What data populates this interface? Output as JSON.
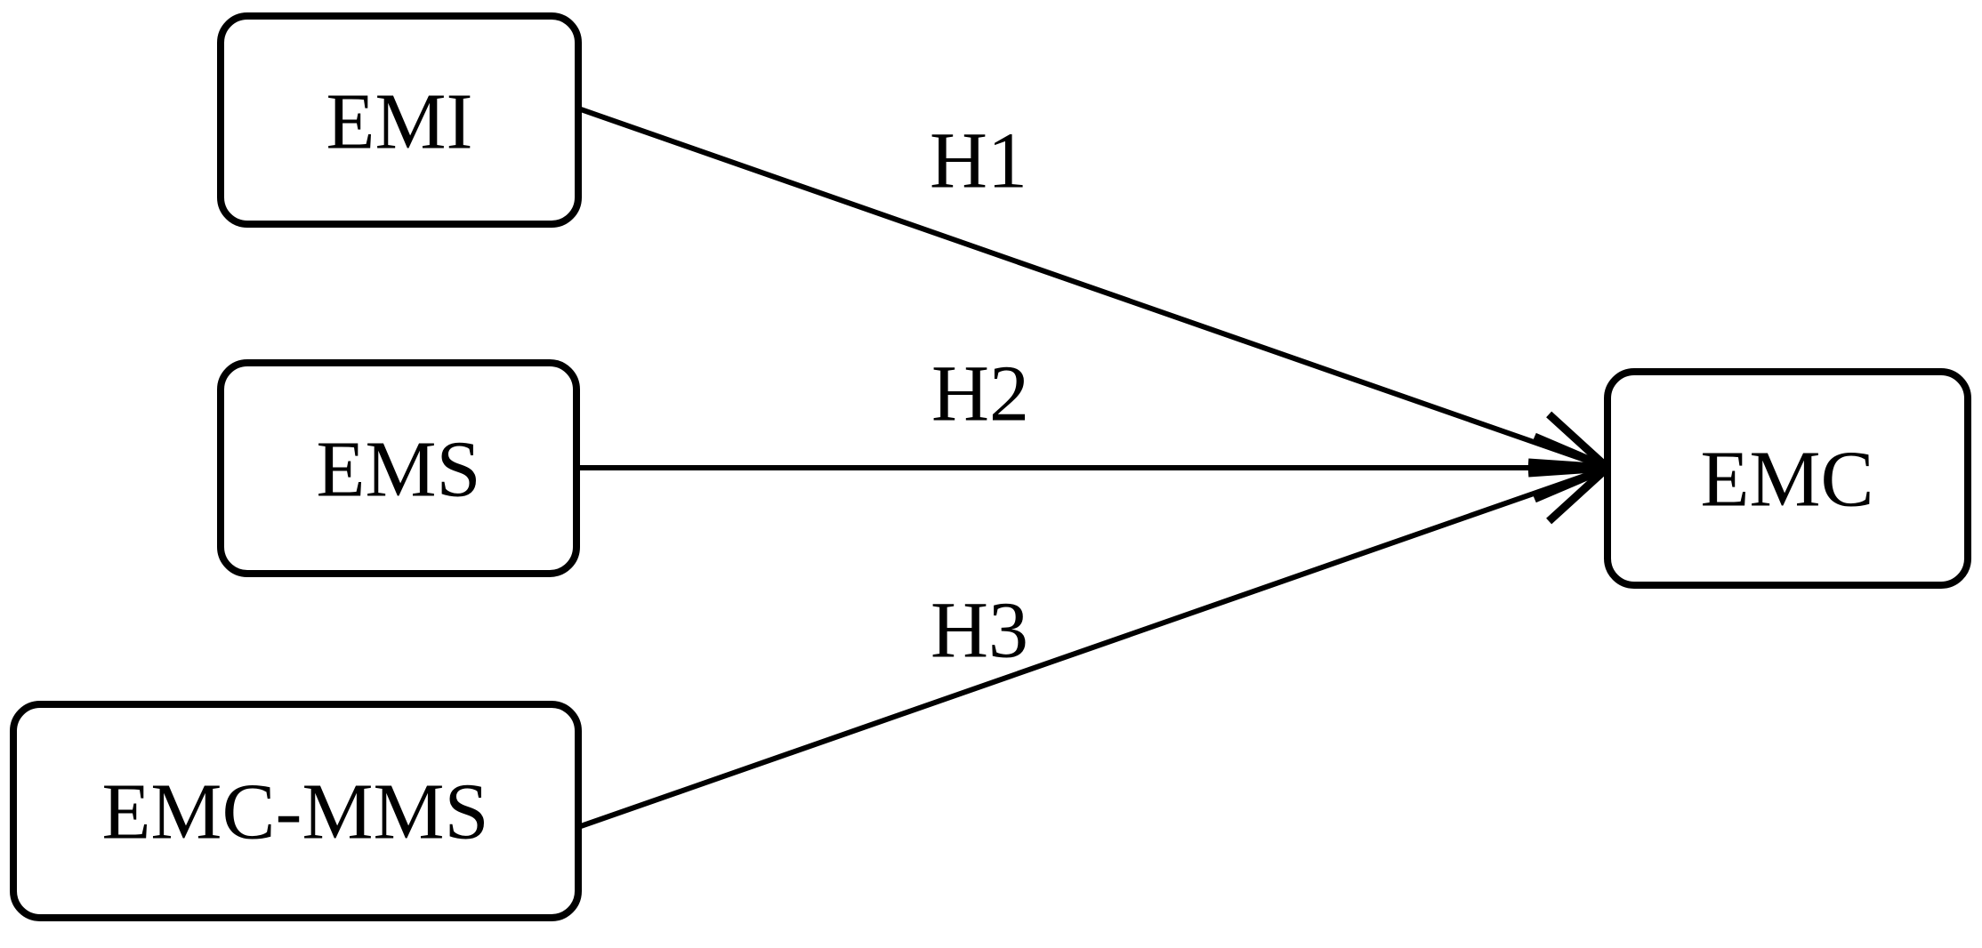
{
  "diagram": {
    "type": "path-model",
    "background_color": "#ffffff",
    "stroke_color": "#000000",
    "text_color": "#000000",
    "nodes": [
      {
        "id": "emi",
        "label": "EMI",
        "role": "predictor"
      },
      {
        "id": "ems",
        "label": "EMS",
        "role": "predictor"
      },
      {
        "id": "emc-mms",
        "label": "EMC-MMS",
        "role": "predictor"
      },
      {
        "id": "emc",
        "label": "EMC",
        "role": "outcome"
      }
    ],
    "edges": [
      {
        "label": "H1",
        "from": "EMI",
        "to": "EMC"
      },
      {
        "label": "H2",
        "from": "EMS",
        "to": "EMC"
      },
      {
        "label": "H3",
        "from": "EMC-MMS",
        "to": "EMC"
      }
    ]
  }
}
